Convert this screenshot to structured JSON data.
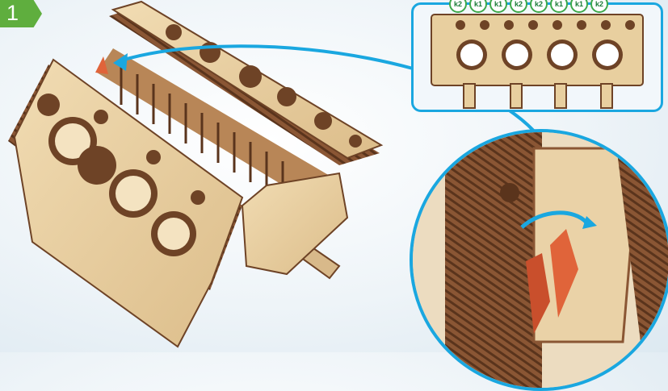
{
  "step": {
    "number": "1",
    "color": "#5fae3e"
  },
  "inset": {
    "labels": [
      "k2",
      "k1",
      "k1",
      "k2",
      "k2",
      "k1",
      "k1",
      "k2"
    ],
    "border_color": "#1aa7e0",
    "label_color": "#3da84a"
  },
  "colors": {
    "wood_light": "#e8cf9f",
    "wood_dark": "#6e4326",
    "accent_orange": "#e0643a",
    "arrow": "#1aa7e0"
  }
}
